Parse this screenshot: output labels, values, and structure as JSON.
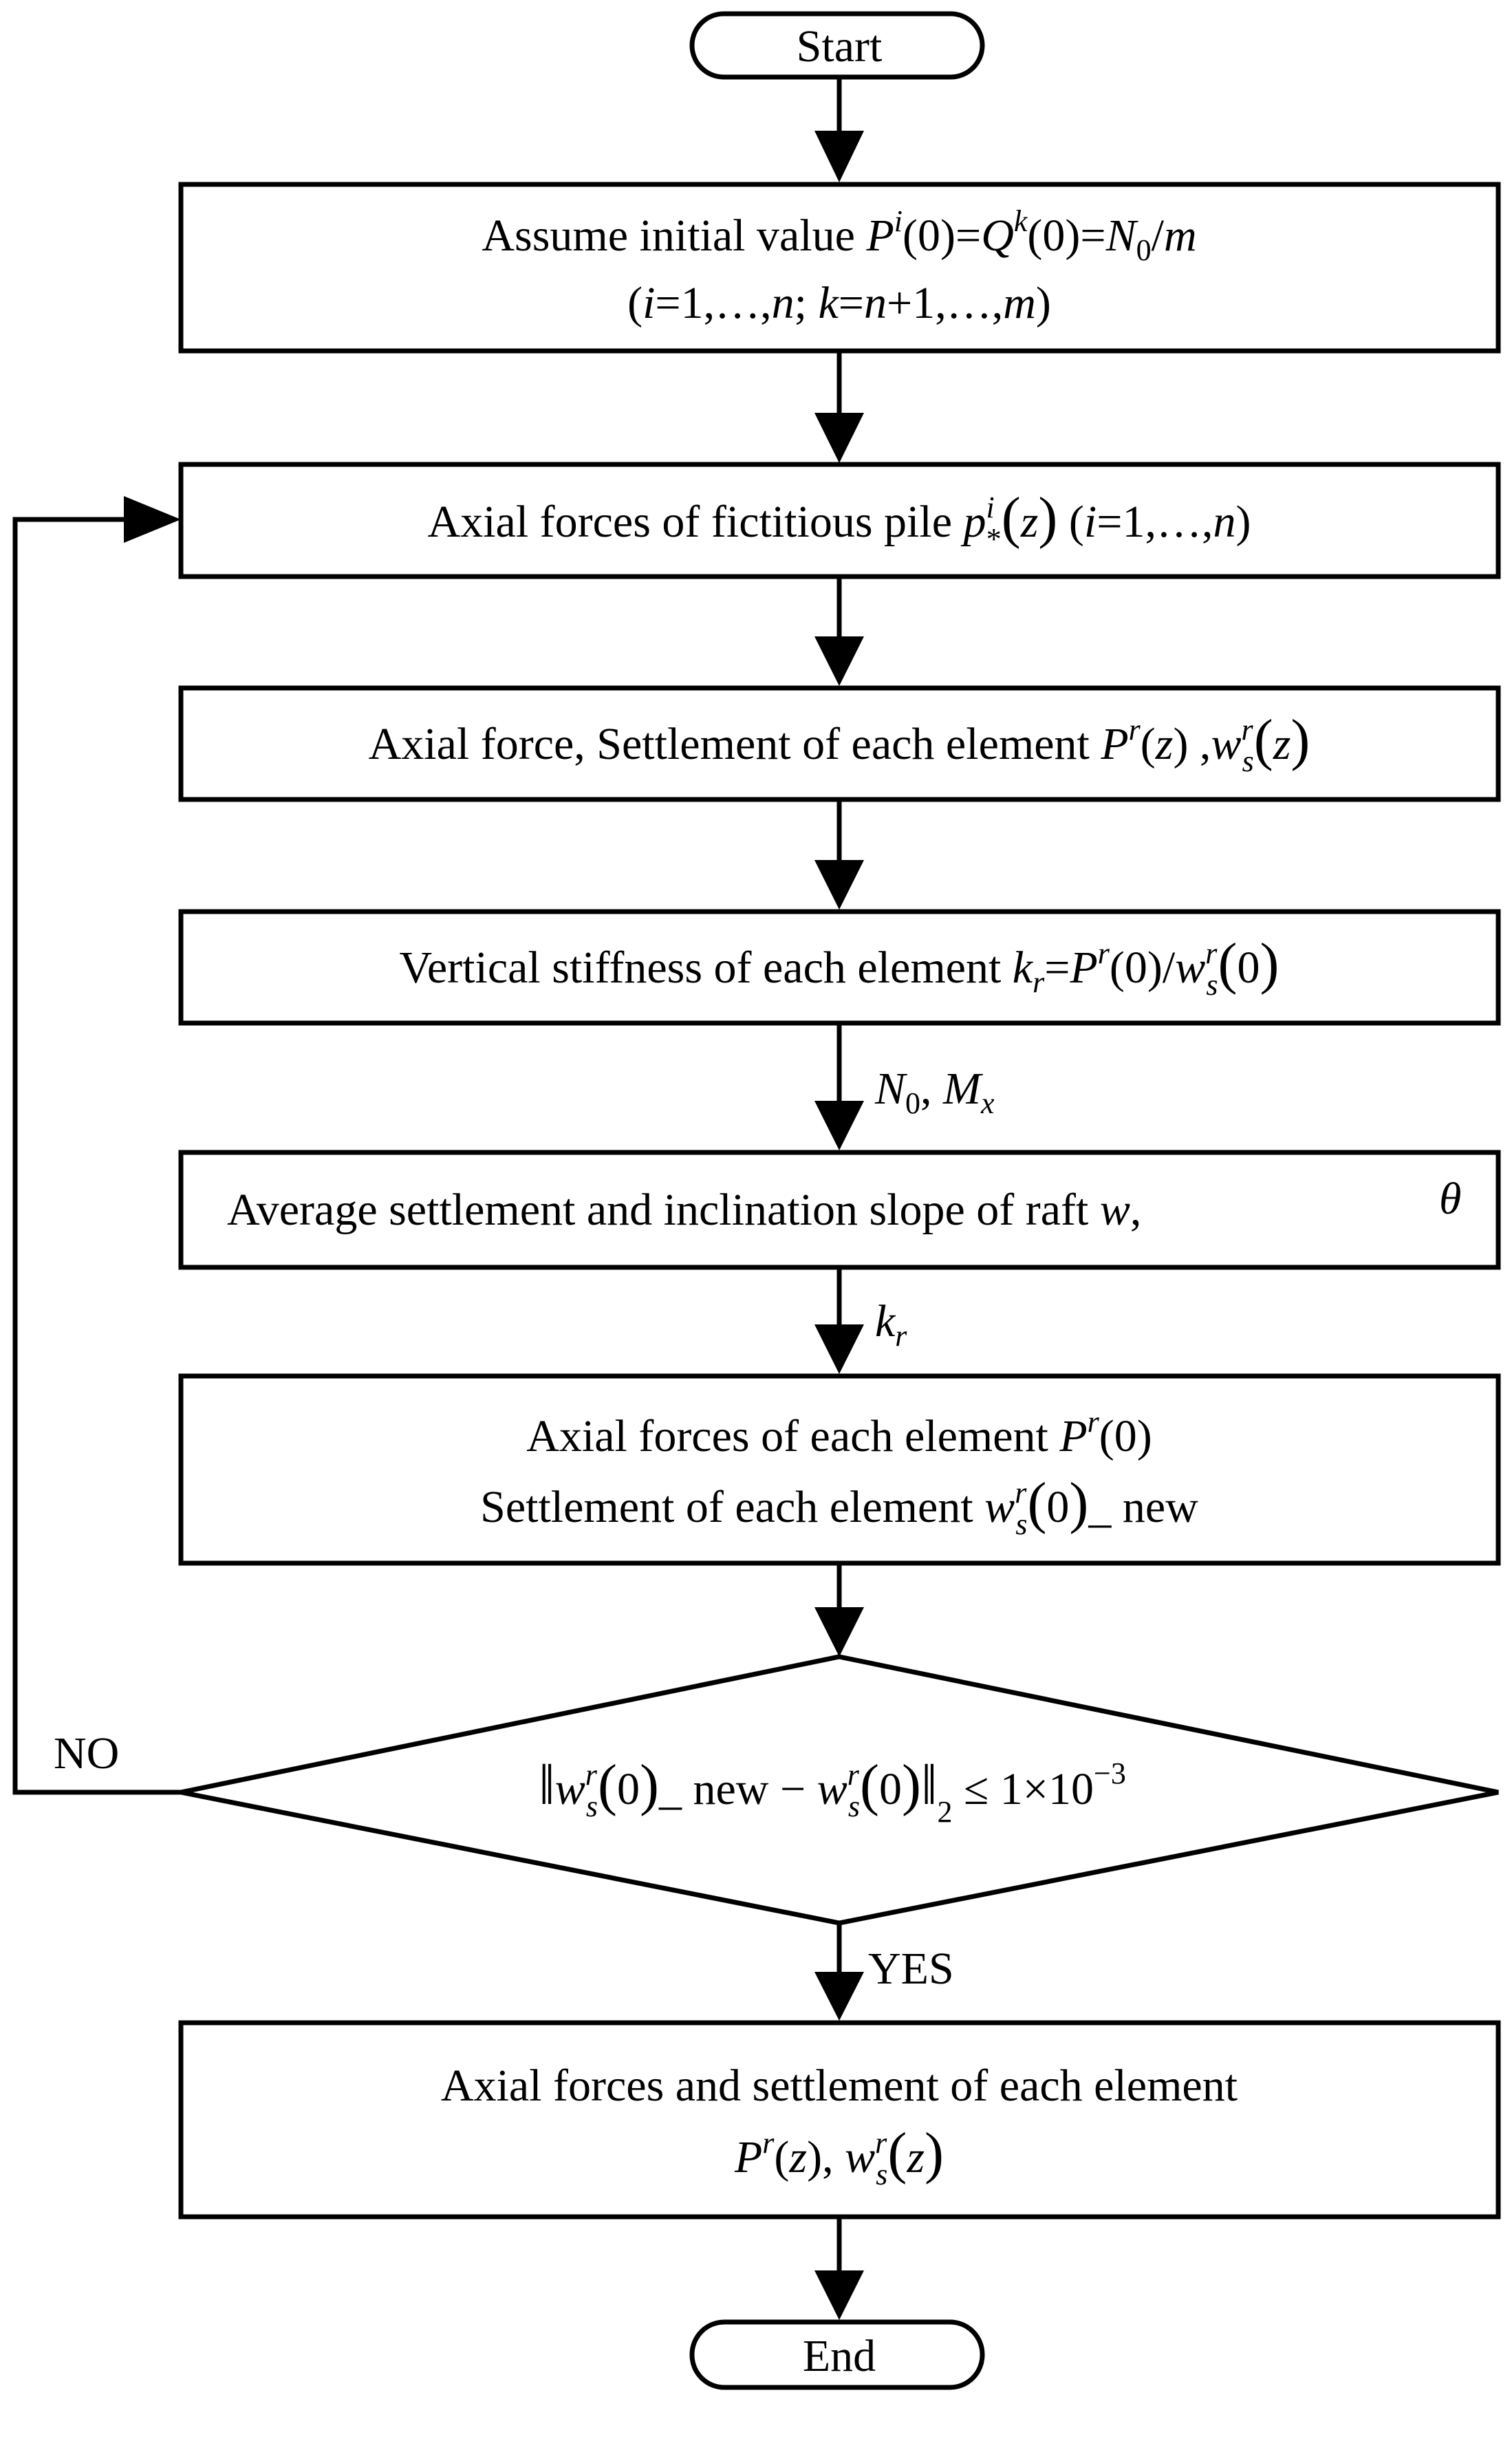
{
  "flowchart": {
    "start": "Start",
    "step1_line1": "Assume initial value",
    "step1_line2_parts": [
      "(",
      "i",
      "=1,…,",
      "n",
      "; ",
      "k",
      "=",
      "n",
      "+1,…,",
      "m",
      ")"
    ],
    "step2": "Axial forces of fictitious pile",
    "step3": "Axial force, Settlement of each element",
    "step4": "Vertical stiffness of each element",
    "label_N0_Mx": "N0, Mx",
    "step5": "Average settlement and inclination slope of raft",
    "label_kr": "kr",
    "step6_line1": "Axial forces of  each element",
    "step6_line2": "Settlement of each element",
    "decision_condition": "‖w_s^r(0)_new − w_s^r(0)‖₂ ≤ 1×10⁻³",
    "no_label": "NO",
    "yes_label": "YES",
    "step7_line1": "Axial forces and settlement of  each element",
    "end": "End"
  }
}
